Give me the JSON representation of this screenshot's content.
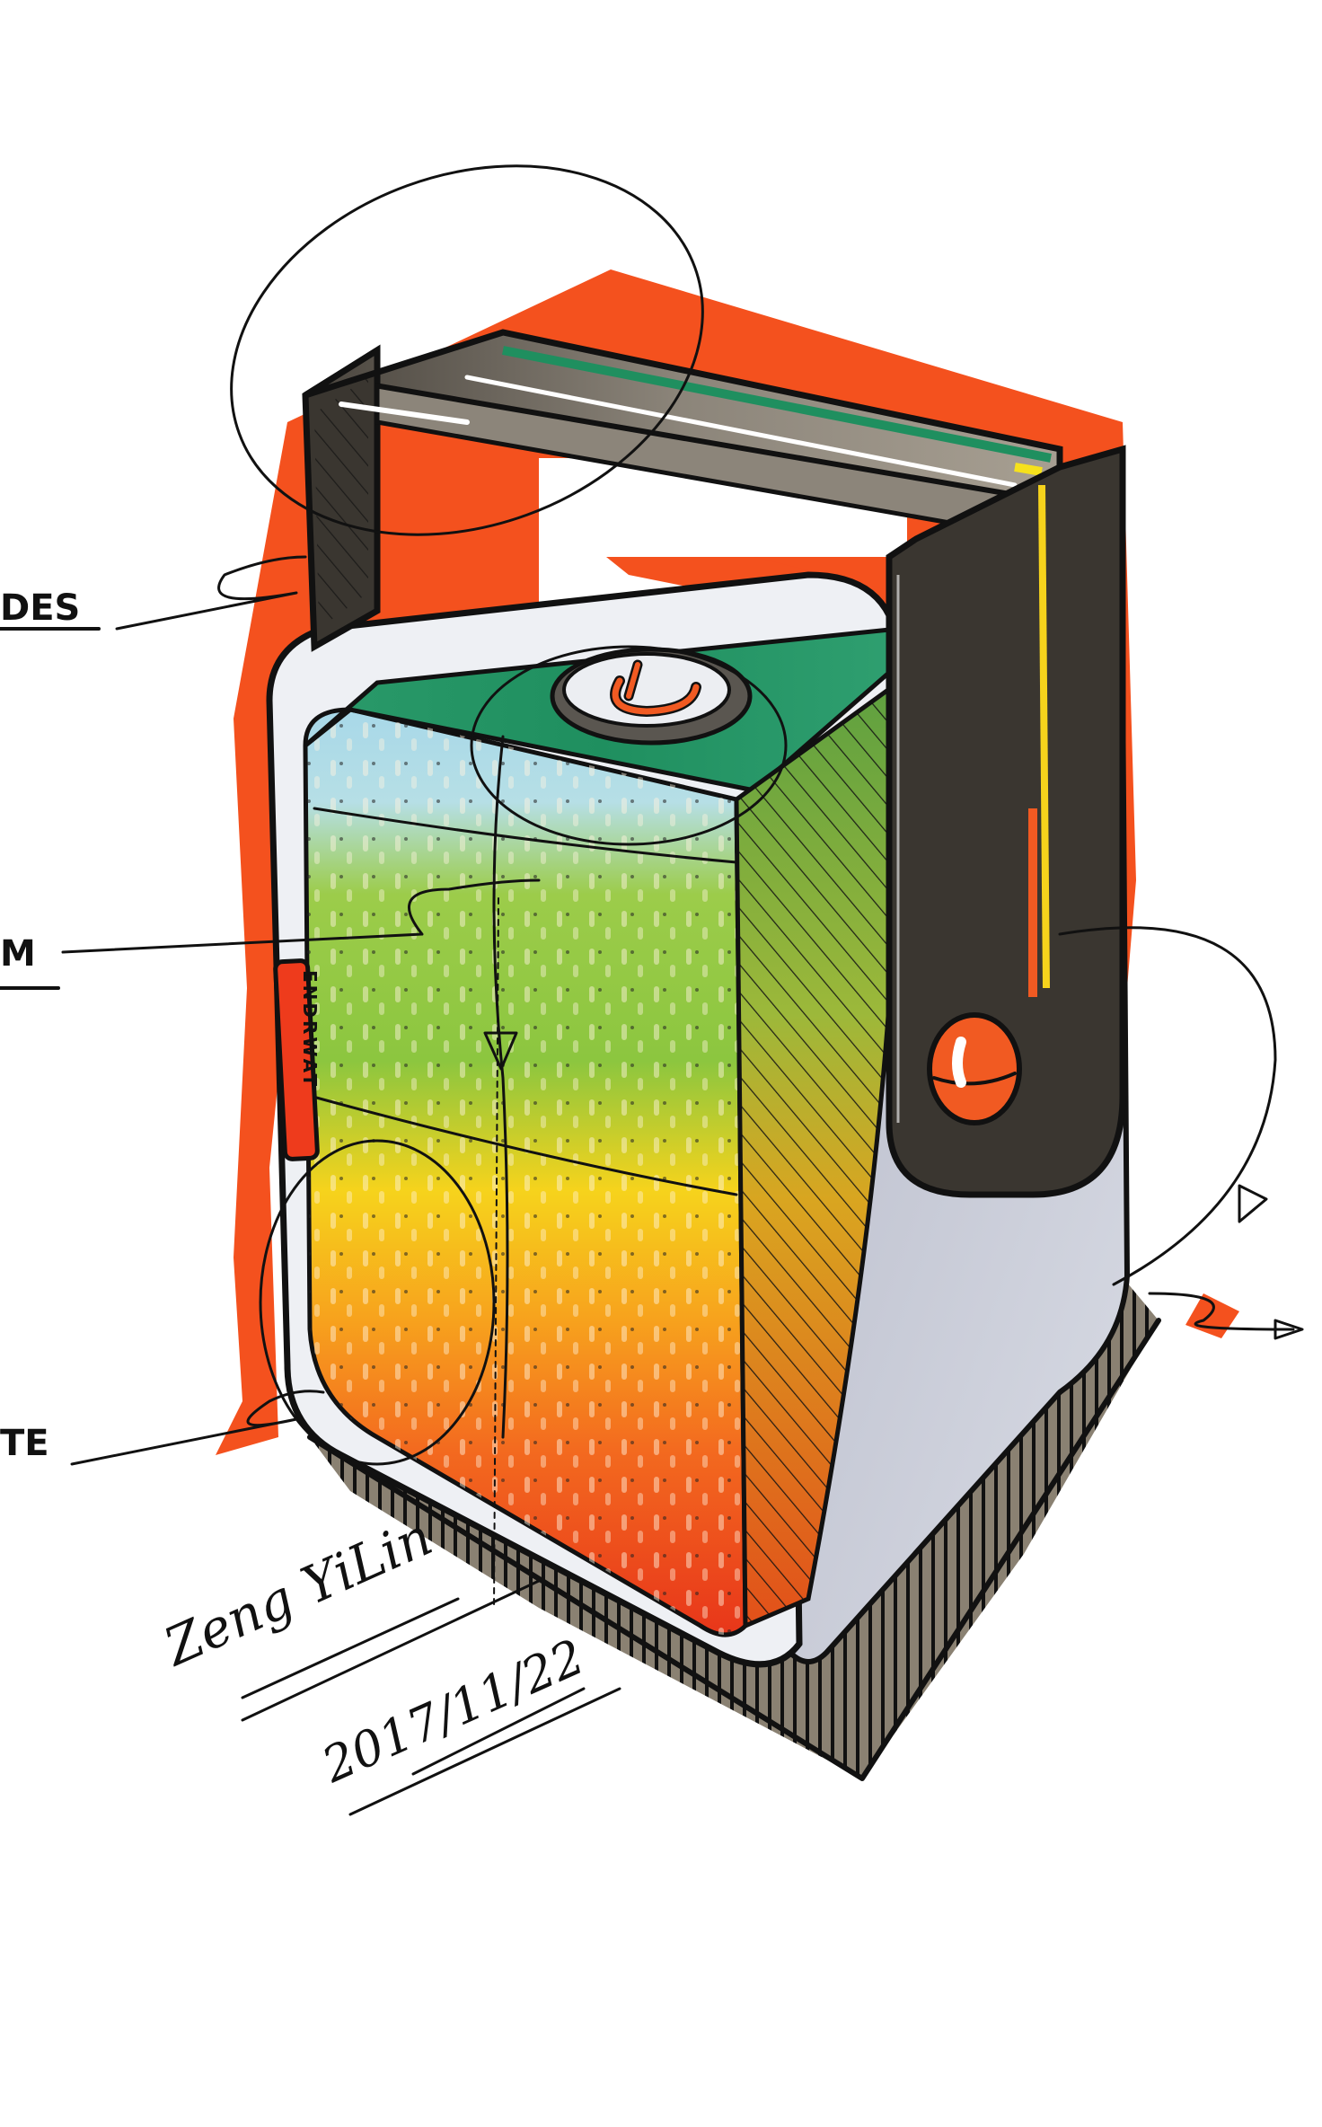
{
  "artwork": {
    "type": "product design marker sketch",
    "subject": "portable speaker / lantern with carry handle",
    "colors": {
      "background": "#ffffff",
      "backdrop_orange": "#f4511e",
      "handle_dark": "#3a3630",
      "handle_top": "#8c857a",
      "body_gray": "#c9ccd8",
      "body_white": "#eef0f4",
      "gradient_green_dark": "#1f8f5f",
      "gradient_light_blue": "#a8d8e8",
      "gradient_green_light": "#8cc63f",
      "gradient_yellow": "#f6d31c",
      "gradient_orange": "#f7941d",
      "gradient_red": "#ee3b1c",
      "knob_orange": "#f15a22",
      "base_shadow": "#7a7164",
      "ink": "#111111"
    }
  },
  "annotations": {
    "label_top": "DES",
    "label_middle": "M",
    "label_bottom": "TE"
  },
  "product": {
    "brand_text": "ENDRWAT",
    "power_button_icon": "power-icon"
  },
  "signature": {
    "name": "Zeng YiLin",
    "date": "2017/11/22"
  }
}
